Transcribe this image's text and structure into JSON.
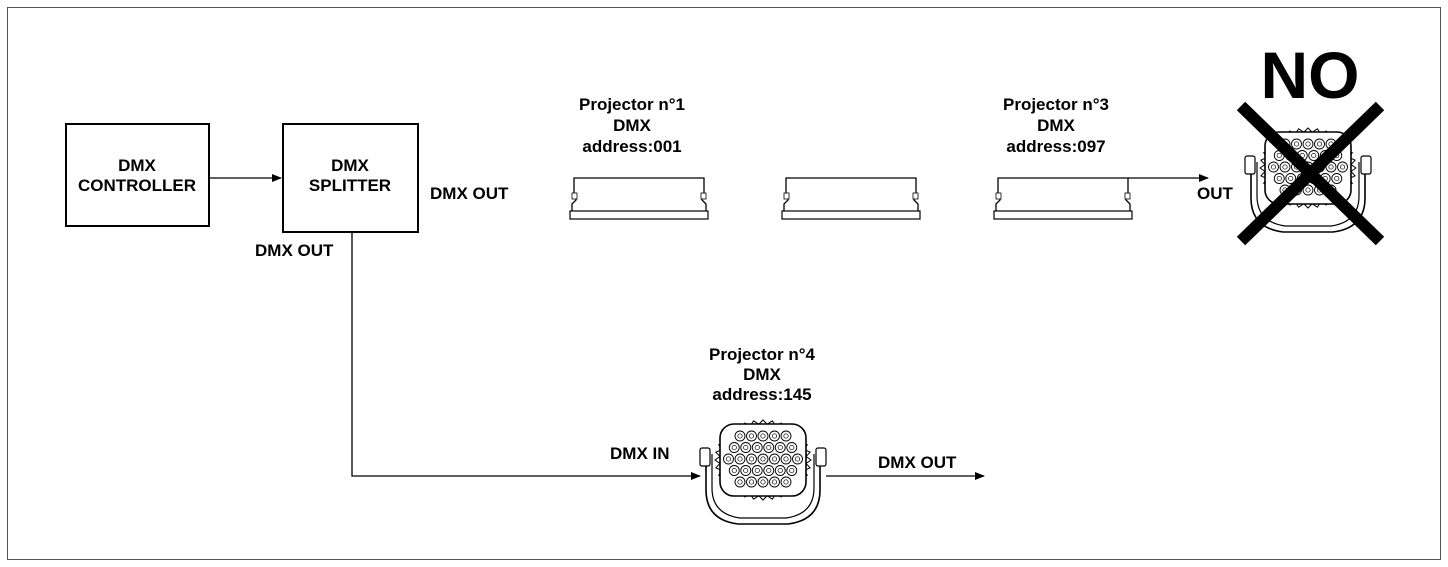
{
  "boxes": {
    "controller": [
      "DMX",
      "CONTROLLER"
    ],
    "splitter": [
      "DMX",
      "SPLITTER"
    ]
  },
  "signals": {
    "splitter_right_out": "DMX OUT",
    "splitter_down_out": "DMX OUT",
    "projector4_in": "DMX IN",
    "projector4_out": "DMX OUT",
    "last_out": "OUT"
  },
  "projectors": {
    "p1": [
      "Projector n°1",
      "DMX",
      "address:001"
    ],
    "p3": [
      "Projector n°3",
      "DMX",
      "address:097"
    ],
    "p4": [
      "Projector n°4",
      "DMX",
      "address:145"
    ]
  },
  "forbidden": {
    "label": "NO",
    "cross_color": "#000000"
  }
}
